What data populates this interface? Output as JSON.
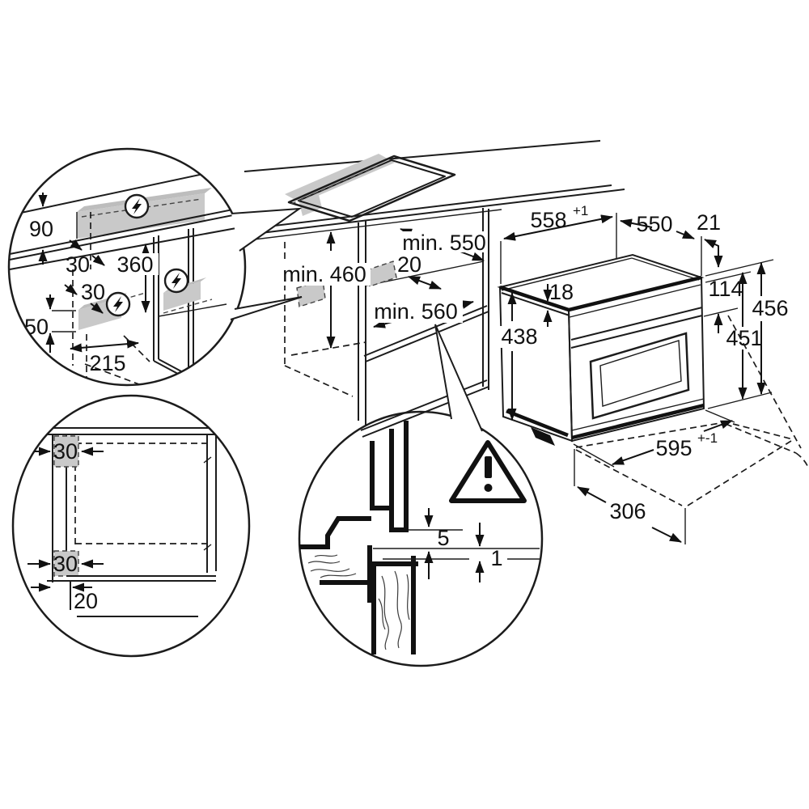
{
  "figure": {
    "kind": "built-in-oven-installation-diagram",
    "units": "mm",
    "colors": {
      "line": "#1c1c1c",
      "highlight": "#c9c9c9",
      "background": "#ffffff"
    },
    "electrical_detail": {
      "icons": [
        "lightning-bolt-circle",
        "lightning-bolt-circle",
        "lightning-bolt-circle"
      ],
      "dims": {
        "d90": "90",
        "d30_top": "30",
        "d360": "360",
        "d30_mid": "30",
        "d50": "50",
        "d215": "215"
      }
    },
    "cabinet_niche": {
      "dims": {
        "min460": "min. 460",
        "min550": "min. 550",
        "d20": "20",
        "min560": "min. 560"
      }
    },
    "oven": {
      "dims": {
        "d558": "558",
        "d558_tol": "+1",
        "d550": "550",
        "d21": "21",
        "d18": "18",
        "d114": "114",
        "d456": "456",
        "d451": "451",
        "d438": "438",
        "d595": "595",
        "d595_tol": "+-1",
        "d306": "306"
      }
    },
    "front_clearance_detail": {
      "dims": {
        "d30_top": "30",
        "d30_bottom": "30",
        "d20": "20"
      }
    },
    "gap_detail": {
      "icons": [
        "warning-exclamation-triangle"
      ],
      "dims": {
        "d5": "5",
        "d1": "1"
      }
    }
  }
}
